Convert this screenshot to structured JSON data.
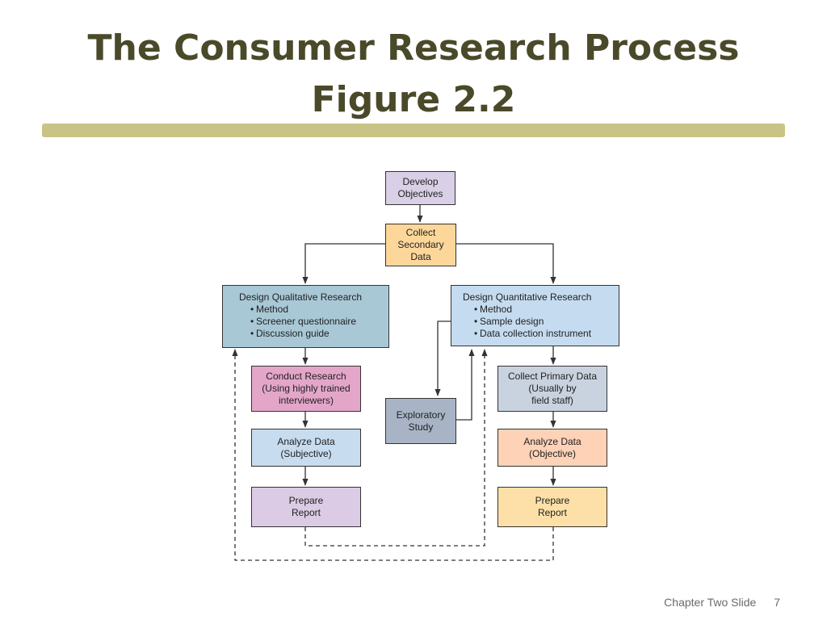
{
  "title": {
    "line1": "The Consumer Research Process",
    "line2": "Figure 2.2"
  },
  "diagram": {
    "develop_objectives": "Develop\nObjectives",
    "collect_secondary": "Collect\nSecondary\nData",
    "qualitative": {
      "heading": "Design Qualitative Research",
      "items": [
        "Method",
        "Screener questionnaire",
        "Discussion guide"
      ]
    },
    "quantitative": {
      "heading": "Design Quantitative Research",
      "items": [
        "Method",
        "Sample design",
        "Data collection instrument"
      ]
    },
    "conduct_research": "Conduct Research\n(Using highly trained\ninterviewers)",
    "exploratory_study": "Exploratory\nStudy",
    "collect_primary": "Collect Primary Data\n(Usually by\nfield staff)",
    "analyze_subjective": "Analyze Data\n(Subjective)",
    "analyze_objective": "Analyze Data\n(Objective)",
    "prepare_report_left": "Prepare\nReport",
    "prepare_report_right": "Prepare\nReport",
    "colors": {
      "develop": "#d9cfe6",
      "secondary": "#fdd79a",
      "qualitative": "#a8c8d6",
      "quantitative": "#c5dcf0",
      "conduct": "#e3a6c9",
      "exploratory": "#a8b4c6",
      "primary": "#c9d3e0",
      "analyze_left": "#c8dcf0",
      "analyze_right": "#fdd2b6",
      "prepare_left": "#dccbe4",
      "prepare_right": "#fde0a8"
    }
  },
  "footer": {
    "label": "Chapter Two Slide",
    "page": "7"
  }
}
